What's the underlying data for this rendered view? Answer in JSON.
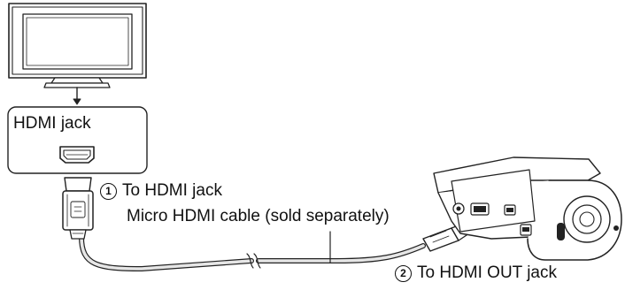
{
  "diagram": {
    "tv_jack_label": "HDMI jack",
    "step1": {
      "number": "1",
      "text": "To HDMI jack"
    },
    "cable_label": "Micro HDMI cable (sold separately)",
    "step2": {
      "number": "2",
      "text": "To HDMI OUT jack"
    }
  },
  "colors": {
    "line": "#222222",
    "tv_screen": "#ffffff",
    "cable": "#e6e6e6"
  }
}
